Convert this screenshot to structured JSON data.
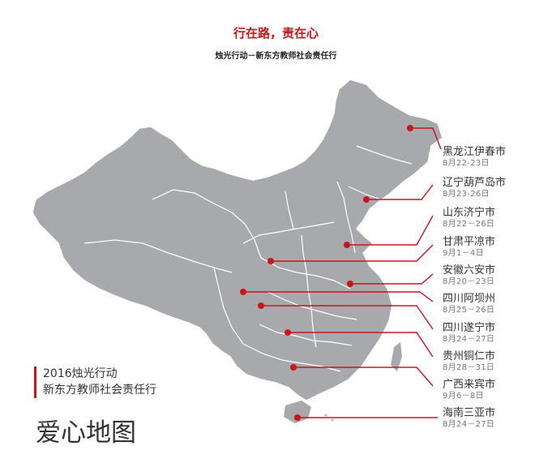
{
  "header": {
    "title": "行在路，责在心",
    "subtitle": "烛光行动－新东方教师社会责任行"
  },
  "colors": {
    "accent": "#c8161d",
    "map_fill": "#a7a9ac",
    "map_border": "#ffffff"
  },
  "cities": [
    {
      "name": "黑龙江伊春市",
      "date": "8月22-23日"
    },
    {
      "name": "辽宁葫芦岛市",
      "date": "8月23-26日"
    },
    {
      "name": "山东济宁市",
      "date": "8月22－26日"
    },
    {
      "name": "甘肃平凉市",
      "date": "9月1－4日"
    },
    {
      "name": "安徽六安市",
      "date": "8月20－23日"
    },
    {
      "name": "四川阿坝州",
      "date": "8月25－26日"
    },
    {
      "name": "四川遂宁市",
      "date": "8月24－27日"
    },
    {
      "name": "贵州铜仁市",
      "date": "8月28－31日"
    },
    {
      "name": "广西来宾市",
      "date": "9月6－8日"
    },
    {
      "name": "海南三亚市",
      "date": "8月24－27日"
    }
  ],
  "caption": {
    "line1": "2016烛光行动",
    "line2": "新东方教师社会责任行",
    "big": "爱心地图"
  }
}
